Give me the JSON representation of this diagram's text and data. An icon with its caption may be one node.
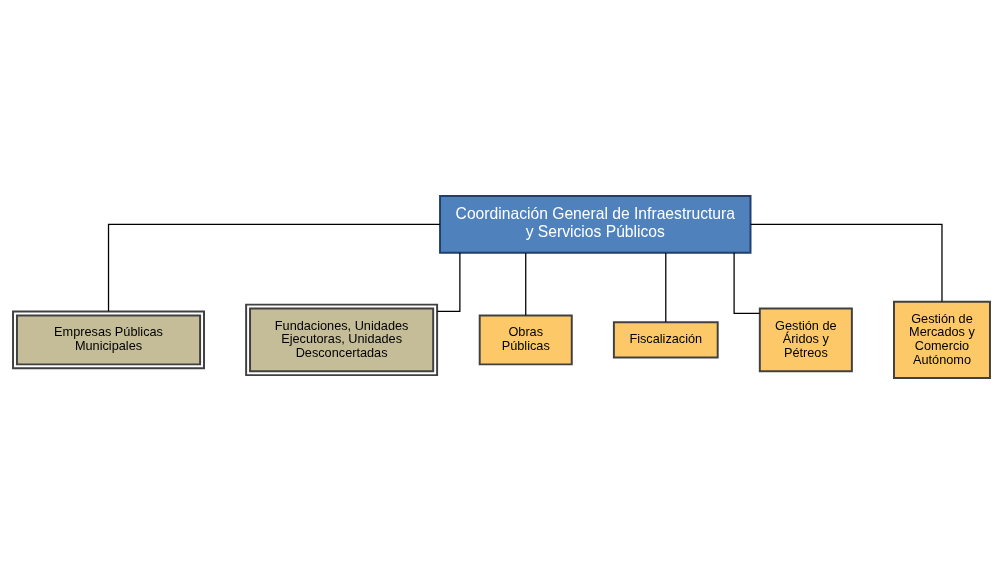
{
  "diagram": {
    "nodes": [
      {
        "text": [
          "Coordinación General de Infraestructura y Servicios Públicos"
        ]
      },
      {
        "text": [
          "Empresas Públicas Municipales"
        ]
      },
      {
        "text": [
          "Fundaciones, Unidades Ejecutoras, Unidades Desconcertadas"
        ]
      },
      {
        "text": [
          "Obras Públicas"
        ]
      },
      {
        "text": [
          "Fiscalización"
        ]
      },
      {
        "text": [
          "Gestión de Áridos y Pétreos"
        ]
      },
      {
        "text": [
          "Gestión de Mercados y Comercio Autónomo"
        ]
      }
    ],
    "edges": [
      {
        "from": 0,
        "to": 1,
        "arrow": "none"
      },
      {
        "from": 0,
        "to": 2,
        "arrow": "none"
      },
      {
        "from": 0,
        "to": 3,
        "arrow": "none"
      },
      {
        "from": 0,
        "to": 4,
        "arrow": "none"
      },
      {
        "from": 0,
        "to": 5,
        "arrow": "none"
      },
      {
        "from": 0,
        "to": 6,
        "arrow": "none"
      }
    ]
  }
}
